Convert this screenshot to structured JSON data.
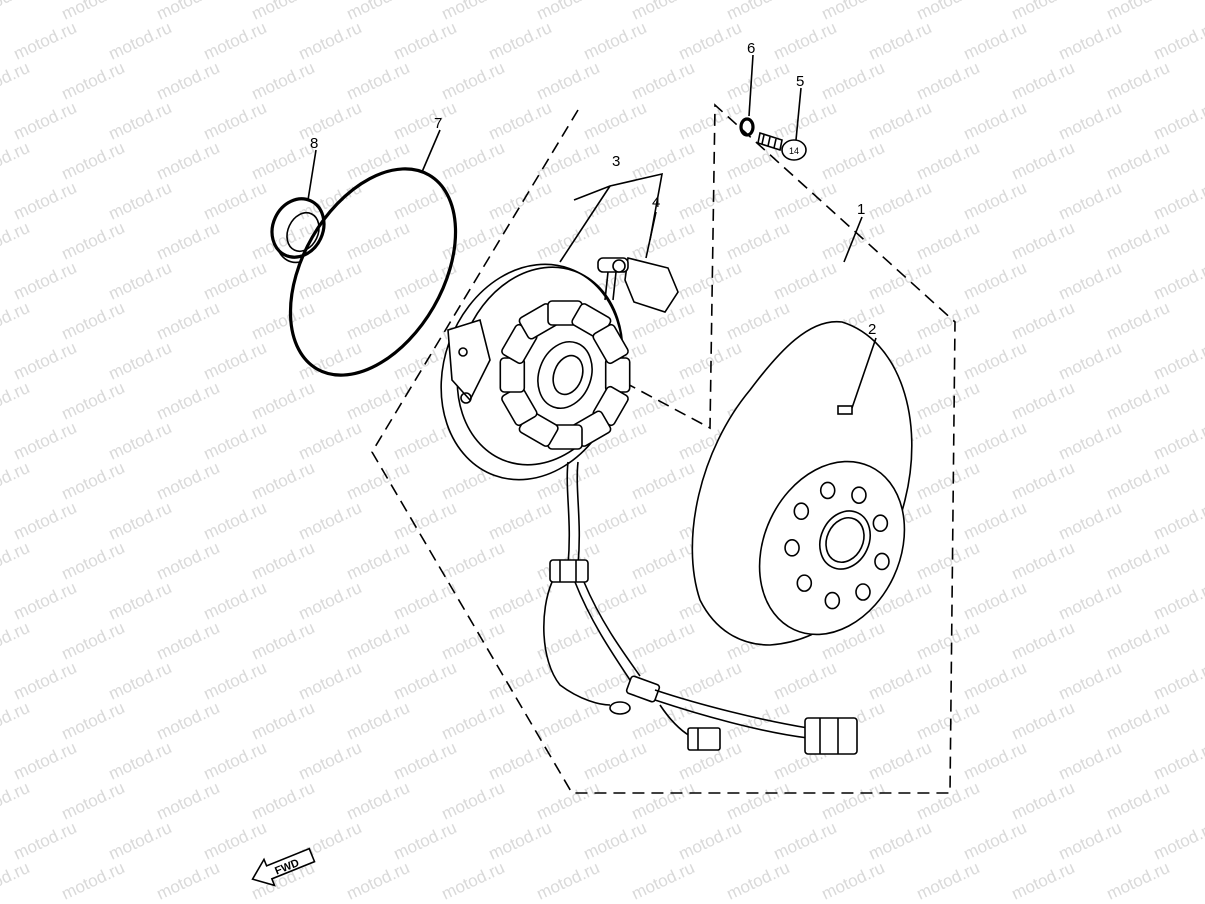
{
  "watermark": "motod.ru",
  "callouts": [
    {
      "id": "1",
      "label": "1"
    },
    {
      "id": "2",
      "label": "2"
    },
    {
      "id": "3",
      "label": "3"
    },
    {
      "id": "4",
      "label": "4"
    },
    {
      "id": "5",
      "label": "5"
    },
    {
      "id": "6",
      "label": "6"
    },
    {
      "id": "7",
      "label": "7"
    },
    {
      "id": "8",
      "label": "8"
    }
  ],
  "fwd_label": "FWD",
  "bolt_mark": "14",
  "colors": {
    "line": "#000000",
    "watermark": "#d9d9d9",
    "background": "#ffffff"
  }
}
